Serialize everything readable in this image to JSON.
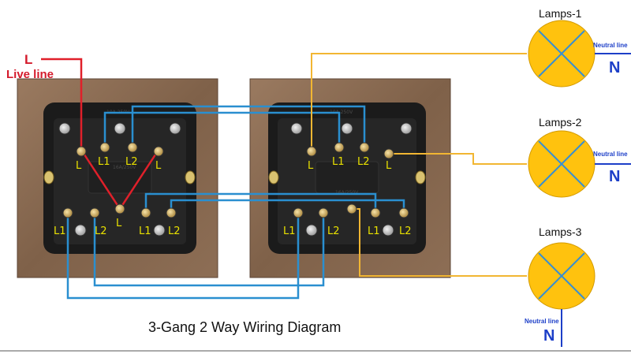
{
  "live": {
    "symbol": "L",
    "label": "Live line"
  },
  "lamps": [
    {
      "title": "Lamps-1",
      "neutral_label": "Neutral line",
      "neutral_symbol": "N"
    },
    {
      "title": "Lamps-2",
      "neutral_label": "Neutral line",
      "neutral_symbol": "N"
    },
    {
      "title": "Lamps-3",
      "neutral_label": "Neutral line",
      "neutral_symbol": "N"
    }
  ],
  "switch1": {
    "top_labels": [
      "L",
      "L1",
      "L2",
      "L"
    ],
    "bottom_labels": [
      "L1",
      "L2",
      "L",
      "L1",
      "L2"
    ]
  },
  "switch2": {
    "top_labels": [
      "L",
      "L1",
      "L2",
      "L"
    ],
    "bottom_labels": [
      "L1",
      "L2",
      "L1",
      "L2"
    ]
  },
  "caption": "3-Gang 2 Way Wiring Diagram",
  "colors": {
    "live_wire": "#e0202a",
    "traveller_wire": "#2a8fd0",
    "lamp_wire": "#f2b632",
    "lamp_fill": "#ffc20e",
    "neutral": "#1d3fc8",
    "faceplate": "#8a6b52"
  }
}
